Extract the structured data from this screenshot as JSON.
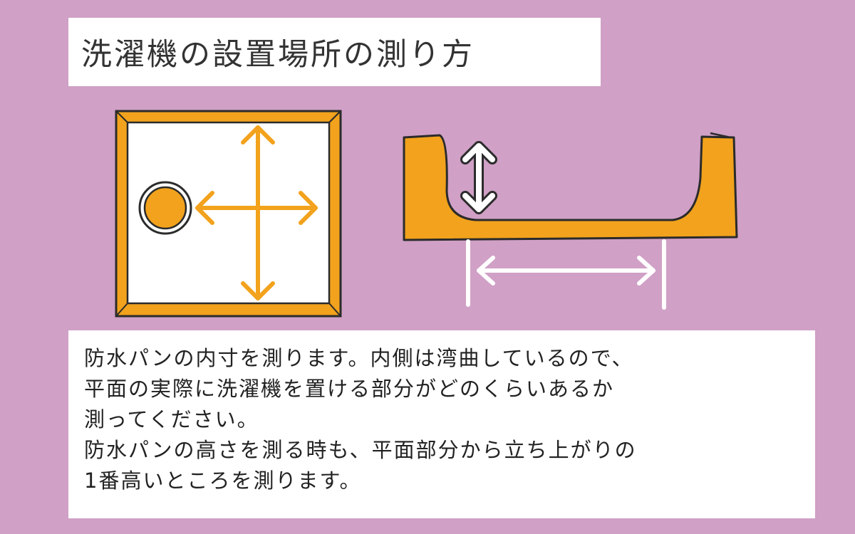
{
  "title": "洗濯機の設置場所の測り方",
  "description": {
    "lines": [
      "防水パンの内寸を測ります。内側は湾曲しているので、",
      "平面の実際に洗濯機を置ける部分がどのくらいあるか",
      "測ってください。",
      "防水パンの高さを測る時も、平面部分から立ち上がりの",
      "1番高いところを測ります。"
    ]
  },
  "colors": {
    "background": "#d0a0c6",
    "pan_orange": "#f2a21c",
    "pan_inner": "#ffffff",
    "outline": "#2b2b2b",
    "arrow_white": "#ffffff"
  },
  "icons": {
    "top_view": "pan-top-view-icon",
    "side_view": "pan-side-view-icon",
    "drain": "drain-hole-icon"
  }
}
